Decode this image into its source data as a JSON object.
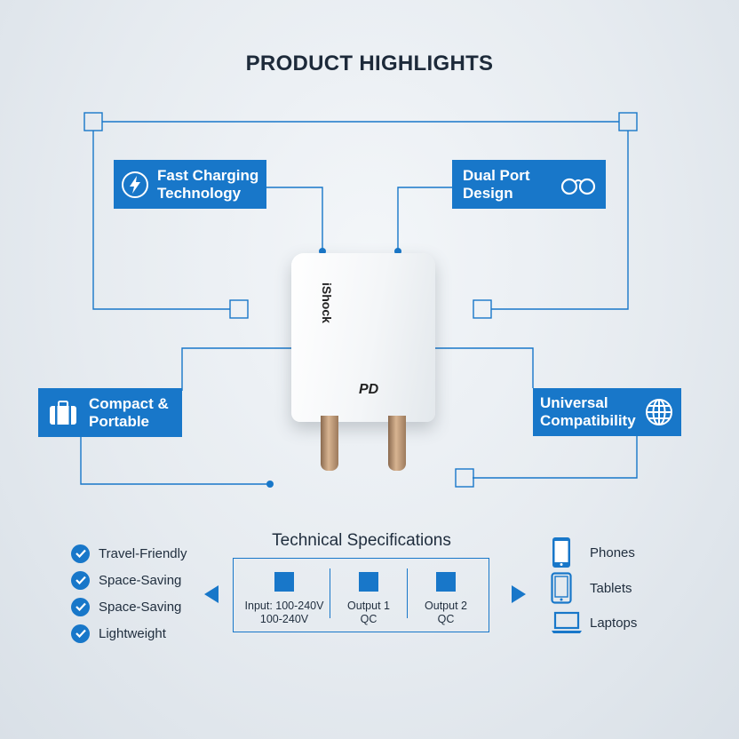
{
  "title": "PRODUCT HIGHLIGHTS",
  "badges": {
    "fast_charging": {
      "line1": "Fast Charging",
      "line2": "Technology",
      "icon": "lightning-icon"
    },
    "dual_port": {
      "line1": "Dual Port",
      "line2": "Design",
      "icon": "dual-port-icon"
    },
    "compact": {
      "line1": "Compact &",
      "line2": "Portable",
      "icon": "briefcase-icon"
    },
    "universal": {
      "line1": "Universal",
      "line2": "Compatibility",
      "icon": "globe-icon"
    }
  },
  "product": {
    "brand": "iShock",
    "logo_mark": "PD"
  },
  "specs": {
    "title": "Technical Specifications",
    "columns": [
      {
        "line1": "Input: 100-240V",
        "line2": "100-240V"
      },
      {
        "line1": "Output 1",
        "line2": "QC"
      },
      {
        "line1": "Output 2",
        "line2": "QC"
      }
    ]
  },
  "features": [
    "Travel-Friendly",
    "Space-Saving",
    "Space-Saving",
    "Lightweight"
  ],
  "devices": [
    {
      "label": "Phones",
      "icon": "phone-icon"
    },
    {
      "label": "Tablets",
      "icon": "tablet-icon"
    },
    {
      "label": "Laptops",
      "icon": "laptop-icon"
    }
  ],
  "colors": {
    "accent": "#1877c9",
    "text": "#1f2d3d"
  }
}
